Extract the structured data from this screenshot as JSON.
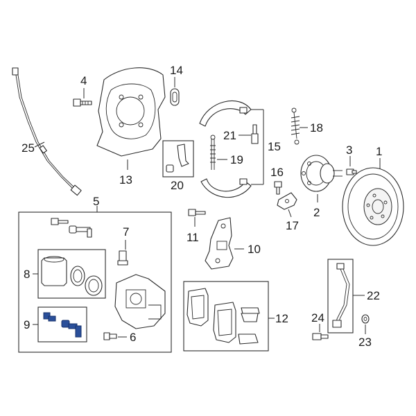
{
  "callouts": {
    "c1": "1",
    "c2": "2",
    "c3": "3",
    "c4": "4",
    "c5": "5",
    "c6": "6",
    "c7": "7",
    "c8": "8",
    "c9": "9",
    "c10": "10",
    "c11": "11",
    "c12": "12",
    "c13": "13",
    "c14": "14",
    "c15": "15",
    "c16": "16",
    "c17": "17",
    "c18": "18",
    "c19": "19",
    "c20": "20",
    "c21": "21",
    "c22": "22",
    "c23": "23",
    "c24": "24",
    "c25": "25"
  },
  "colors": {
    "highlight": "#2a4f9a",
    "line": "#2a2a2a"
  }
}
